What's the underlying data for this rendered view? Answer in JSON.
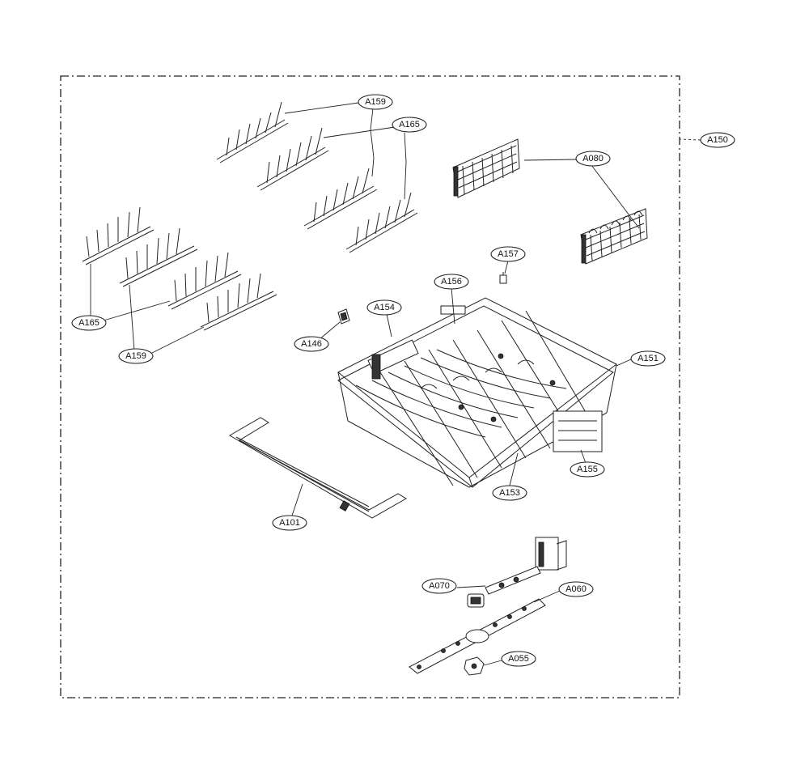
{
  "labels": {
    "a159_top": "A159",
    "a165_top": "A165",
    "a150": "A150",
    "a080": "A080",
    "a157": "A157",
    "a156": "A156",
    "a154": "A154",
    "a146": "A146",
    "a165_left": "A165",
    "a159_left": "A159",
    "a151": "A151",
    "a155": "A155",
    "a153": "A153",
    "a101": "A101",
    "a070": "A070",
    "a060": "A060",
    "a055": "A055"
  }
}
